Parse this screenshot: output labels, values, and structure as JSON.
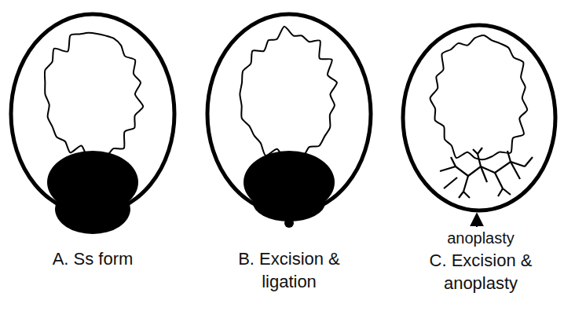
{
  "diagram": {
    "labels": [
      "A. Ss form",
      "B. Excision & ligation",
      "C. Excision & anoplasty",
      "anoplasty"
    ]
  }
}
